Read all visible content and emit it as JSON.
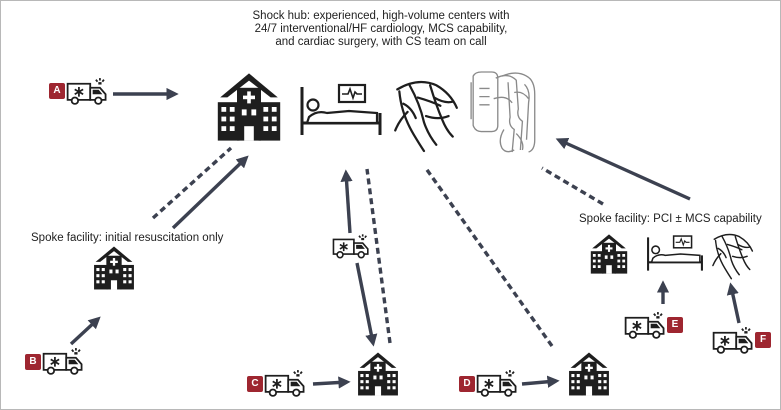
{
  "hub": {
    "title": "Shock hub: experienced, high-volume centers with 24/7 interventional/HF cardiology, MCS capability, and cardiac surgery, with CS team on call"
  },
  "spokes": {
    "resuscitation_label": "Spoke facility: initial resuscitation only",
    "pci_label": "Spoke facility: PCI ± MCS capability"
  },
  "pathways": [
    {
      "id": "A",
      "label": "A"
    },
    {
      "id": "B",
      "label": "B"
    },
    {
      "id": "C",
      "label": "C"
    },
    {
      "id": "D",
      "label": "D"
    },
    {
      "id": "E",
      "label": "E"
    },
    {
      "id": "F",
      "label": "F"
    }
  ],
  "colors": {
    "badge": "#9e2630",
    "arrow": "#3c4150",
    "icon": "#1e1e1e"
  },
  "icons": {
    "ambulance": "ambulance-icon",
    "hospital": "hospital-icon",
    "patient_bed": "patient-bed-icon",
    "coronary": "coronary-arteries-icon",
    "mcs_device": "mcs-device-icon"
  }
}
